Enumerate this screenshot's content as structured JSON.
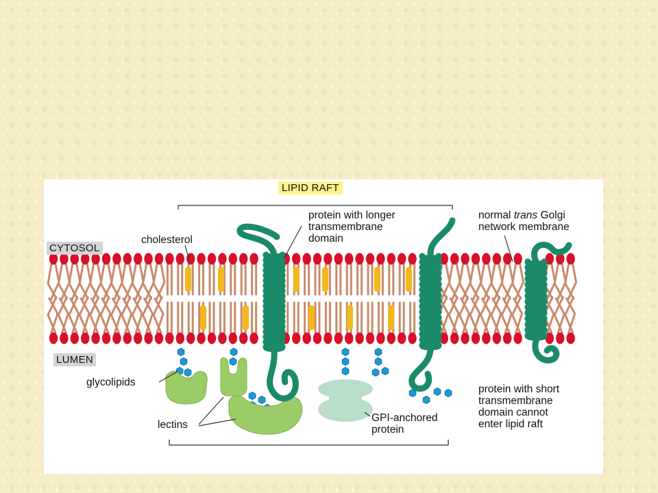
{
  "diagram": {
    "lipid_raft_label": "LIPID RAFT",
    "cytosol_label": "CYTOSOL",
    "lumen_label": "LUMEN",
    "cholesterol_label": "cholesterol",
    "long_protein_label": [
      "protein with longer",
      "transmembrane",
      "domain"
    ],
    "normal_membrane_label": [
      "normal",
      "trans",
      "Golgi",
      "network membrane"
    ],
    "glycolipids_label": "glycolipids",
    "lectins_label": "lectins",
    "gpi_label": [
      "GPI-anchored",
      "protein"
    ],
    "short_protein_label": [
      "protein with short",
      "transmembrane",
      "domain cannot",
      "enter lipid raft"
    ],
    "colors": {
      "background": "#f6edc6",
      "lipid_head": "#d8102a",
      "lipid_tail": "#c98a6a",
      "cholesterol": "#f2b81c",
      "protein": "#1a8a6a",
      "lectin": "#9ccc68",
      "gpi_protein": "#b9ddc8",
      "sugar": "#1c9ad8",
      "raft_highlight": "#fff28c",
      "tag_gray": "#d4d4d4"
    }
  }
}
